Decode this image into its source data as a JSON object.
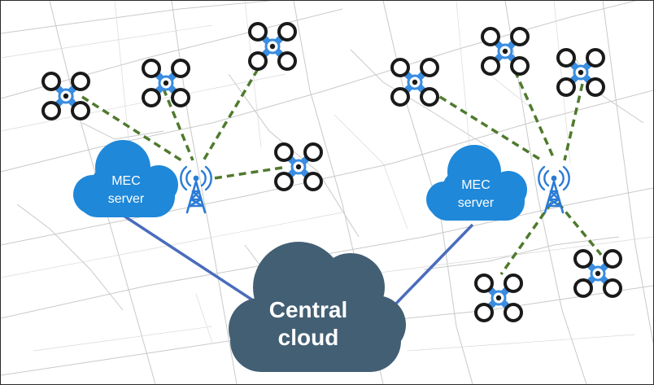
{
  "diagram": {
    "clusters": [
      {
        "mec_label_line1": "MEC",
        "mec_label_line2": "server"
      },
      {
        "mec_label_line1": "MEC",
        "mec_label_line2": "server"
      }
    ],
    "central": {
      "label_line1": "Central",
      "label_line2": "cloud"
    },
    "colors": {
      "mec_cloud": "#1f88d9",
      "central_cloud": "#435f74",
      "backhaul_link": "#4a6cbd",
      "wireless_link": "#4f7a2d",
      "drone_body": "#3a8de0",
      "drone_rotor": "#1a1a1a",
      "tower": "#2b7bd6",
      "map_roads": "#c9c9c9"
    },
    "icons": [
      "drone-icon",
      "antenna-tower-icon",
      "cloud-icon",
      "street-map-background"
    ]
  }
}
